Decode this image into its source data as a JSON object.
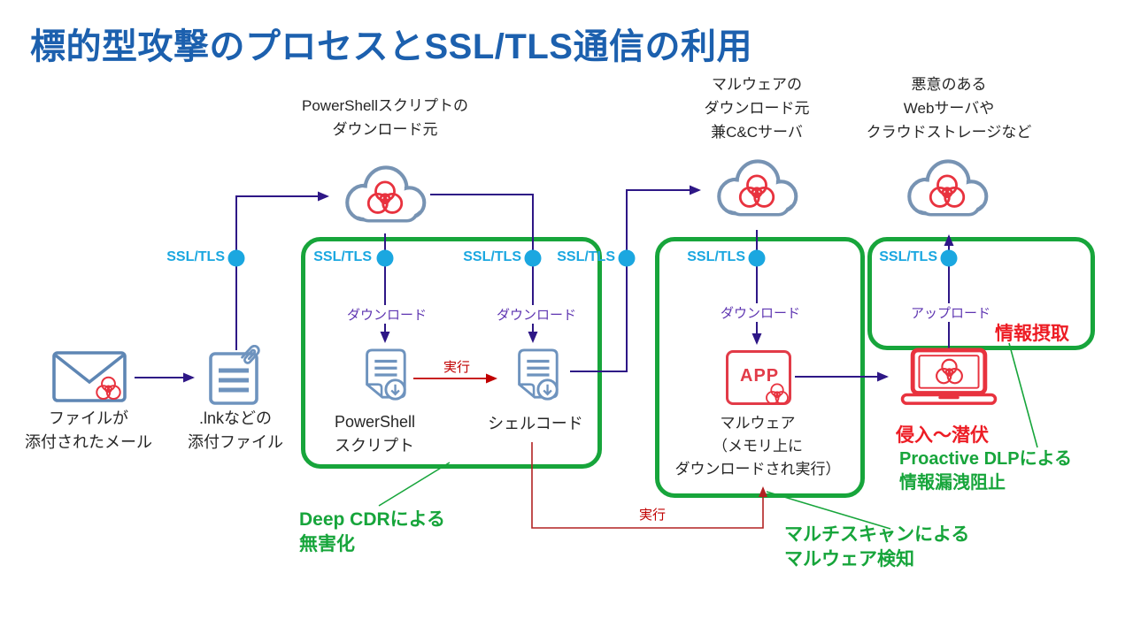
{
  "title": "標的型攻撃のプロセスとSSL/TLS通信の利用",
  "ssl": {
    "label": "SSL/TLS"
  },
  "clouds": [
    {
      "label": "PowerShellスクリプトの\nダウンロード元"
    },
    {
      "label": "マルウェアの\nダウンロード元\n兼C&Cサーバ"
    },
    {
      "label": "悪意のある\nWebサーバや\nクラウドストレージなど"
    }
  ],
  "nodes": {
    "email": {
      "label": "ファイルが\n添付されたメール"
    },
    "lnk": {
      "label": ".lnkなどの\n添付ファイル"
    },
    "powershell": {
      "label": "PowerShell\nスクリプト"
    },
    "shellcode": {
      "label": "シェルコード"
    },
    "app": {
      "label": "APP"
    },
    "malware": {
      "label": "マルウェア\n（メモリ上に\nダウンロードされ実行）"
    },
    "victim": {
      "label": "侵入～潜伏"
    }
  },
  "flows": {
    "download": "ダウンロード",
    "upload": "アップロード",
    "execute": "実行",
    "exfiltration": "情報摂取"
  },
  "protections": {
    "cdr": "Deep CDRによる\n無害化",
    "multiscan": "マルチスキャンによる\nマルウェア検知",
    "dlp": "Proactive DLPによる\n情報漏洩阻止"
  },
  "colors": {
    "title_blue": "#1C60AE",
    "ssl_cyan": "#1BA7E0",
    "protection_green": "#17A53B",
    "flow_purple_line": "#2E1786",
    "flow_purple_text": "#5E35B1",
    "attack_red": "#E23B48",
    "alert_red": "#ED1C24",
    "exec_red": "#C00000",
    "exec_dark_red": "#B22222",
    "icon_steel_blue": "#6E93BE",
    "cloud_outline": "#7793B3"
  }
}
